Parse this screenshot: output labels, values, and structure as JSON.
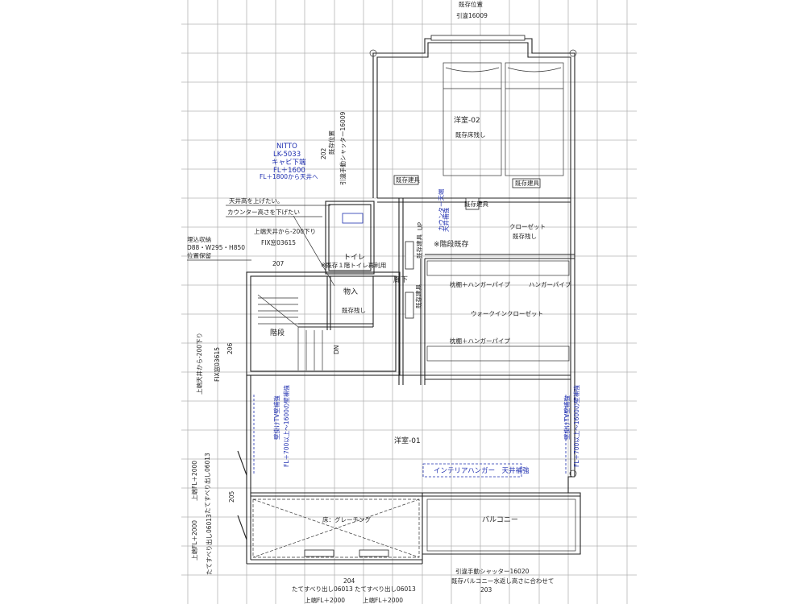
{
  "labels": {
    "top_existing_position": "既存位置",
    "top_door_code": "引違16009",
    "room_western02": "洋室-02",
    "room_western02_note": "既存床残し",
    "nitto_line1": "NITTO",
    "nitto_line2": "LK-5033",
    "nitto_line3": "キャビ下端",
    "nitto_line4": "FL＋1600",
    "nitto_line5": "FL＋1800から天井へ",
    "code_202": "202",
    "vertical_existing_pos": "既存位置",
    "vertical_shutter": "引違手動シャッター16009",
    "ceiling_raise": "天井高を上げたい。",
    "counter_lower": "カウンター高さを下げたい",
    "ceiling_from_200": "上端天井から-200下り",
    "fix_window": "FIX窓03615",
    "storage_line1": "埋込収納",
    "storage_line2": "D88・W295・H850",
    "storage_line3": "位置保留",
    "code_207": "207",
    "toilet": "トイレ",
    "toilet_reuse": "※既存１階トイレ再利用",
    "mono_ire": "物入",
    "mono_note": "既存残し",
    "corridor": "廊下",
    "stairs": "階段",
    "stairs_dn": "DN",
    "stairs_up": "UP",
    "stairs_existing": "※階段既存",
    "walk_in_closet": "ウォークインクローゼット",
    "shelf_hanger1": "枕棚＋ハンガーパイプ",
    "hanger_pipe": "ハンガーパイプ",
    "shelf_hanger2": "枕棚＋ハンガーパイプ",
    "closet": "クローゼット",
    "closet_note": "既存残し",
    "existing_fitting_1": "既存建具",
    "existing_fitting_2": "既存建具",
    "existing_fitting_3": "既存建具",
    "existing_fitting_4": "既存建具",
    "existing_fitting_5": "既存建具",
    "counter_top": "カウンター天端",
    "stair_existing_floor": "天井補強",
    "room_western01": "洋室-01",
    "wall_tv_left_1": "壁掛けTV壁補強",
    "wall_tv_left_2": "FL＋700以上～1600の壁補強",
    "wall_tv_right_1": "壁掛けTV壁補強",
    "wall_tv_right_2": "FL＋700以上～1600の壁補強",
    "interior_hanger": "インテリアハンガー　天井補強",
    "floor_grating": "床：グレーチング",
    "balcony": "バルコニー",
    "left_ceiling_200": "上端天井から-200下り",
    "left_fix": "FIX窓03615",
    "left_code_206": "206",
    "left_upper_1": "上端FL＋2000",
    "left_slide_1": "たてすべり出し06013",
    "left_code_205": "205",
    "left_upper_2": "上端FL＋2000",
    "left_slide_2": "たてすべり出し06013",
    "bottom_shutter": "引違手動シャッター16020",
    "bottom_balcony_note": "既存バルコニー水返し高さに合わせて",
    "bottom_code_203": "203",
    "bottom_code_204": "204",
    "bottom_slide_1": "たてすべり出し06013",
    "bottom_slide_2": "たてすべり出し06013",
    "bottom_upper_1": "上端FL＋2000",
    "bottom_upper_2": "上端FL＋2000"
  }
}
